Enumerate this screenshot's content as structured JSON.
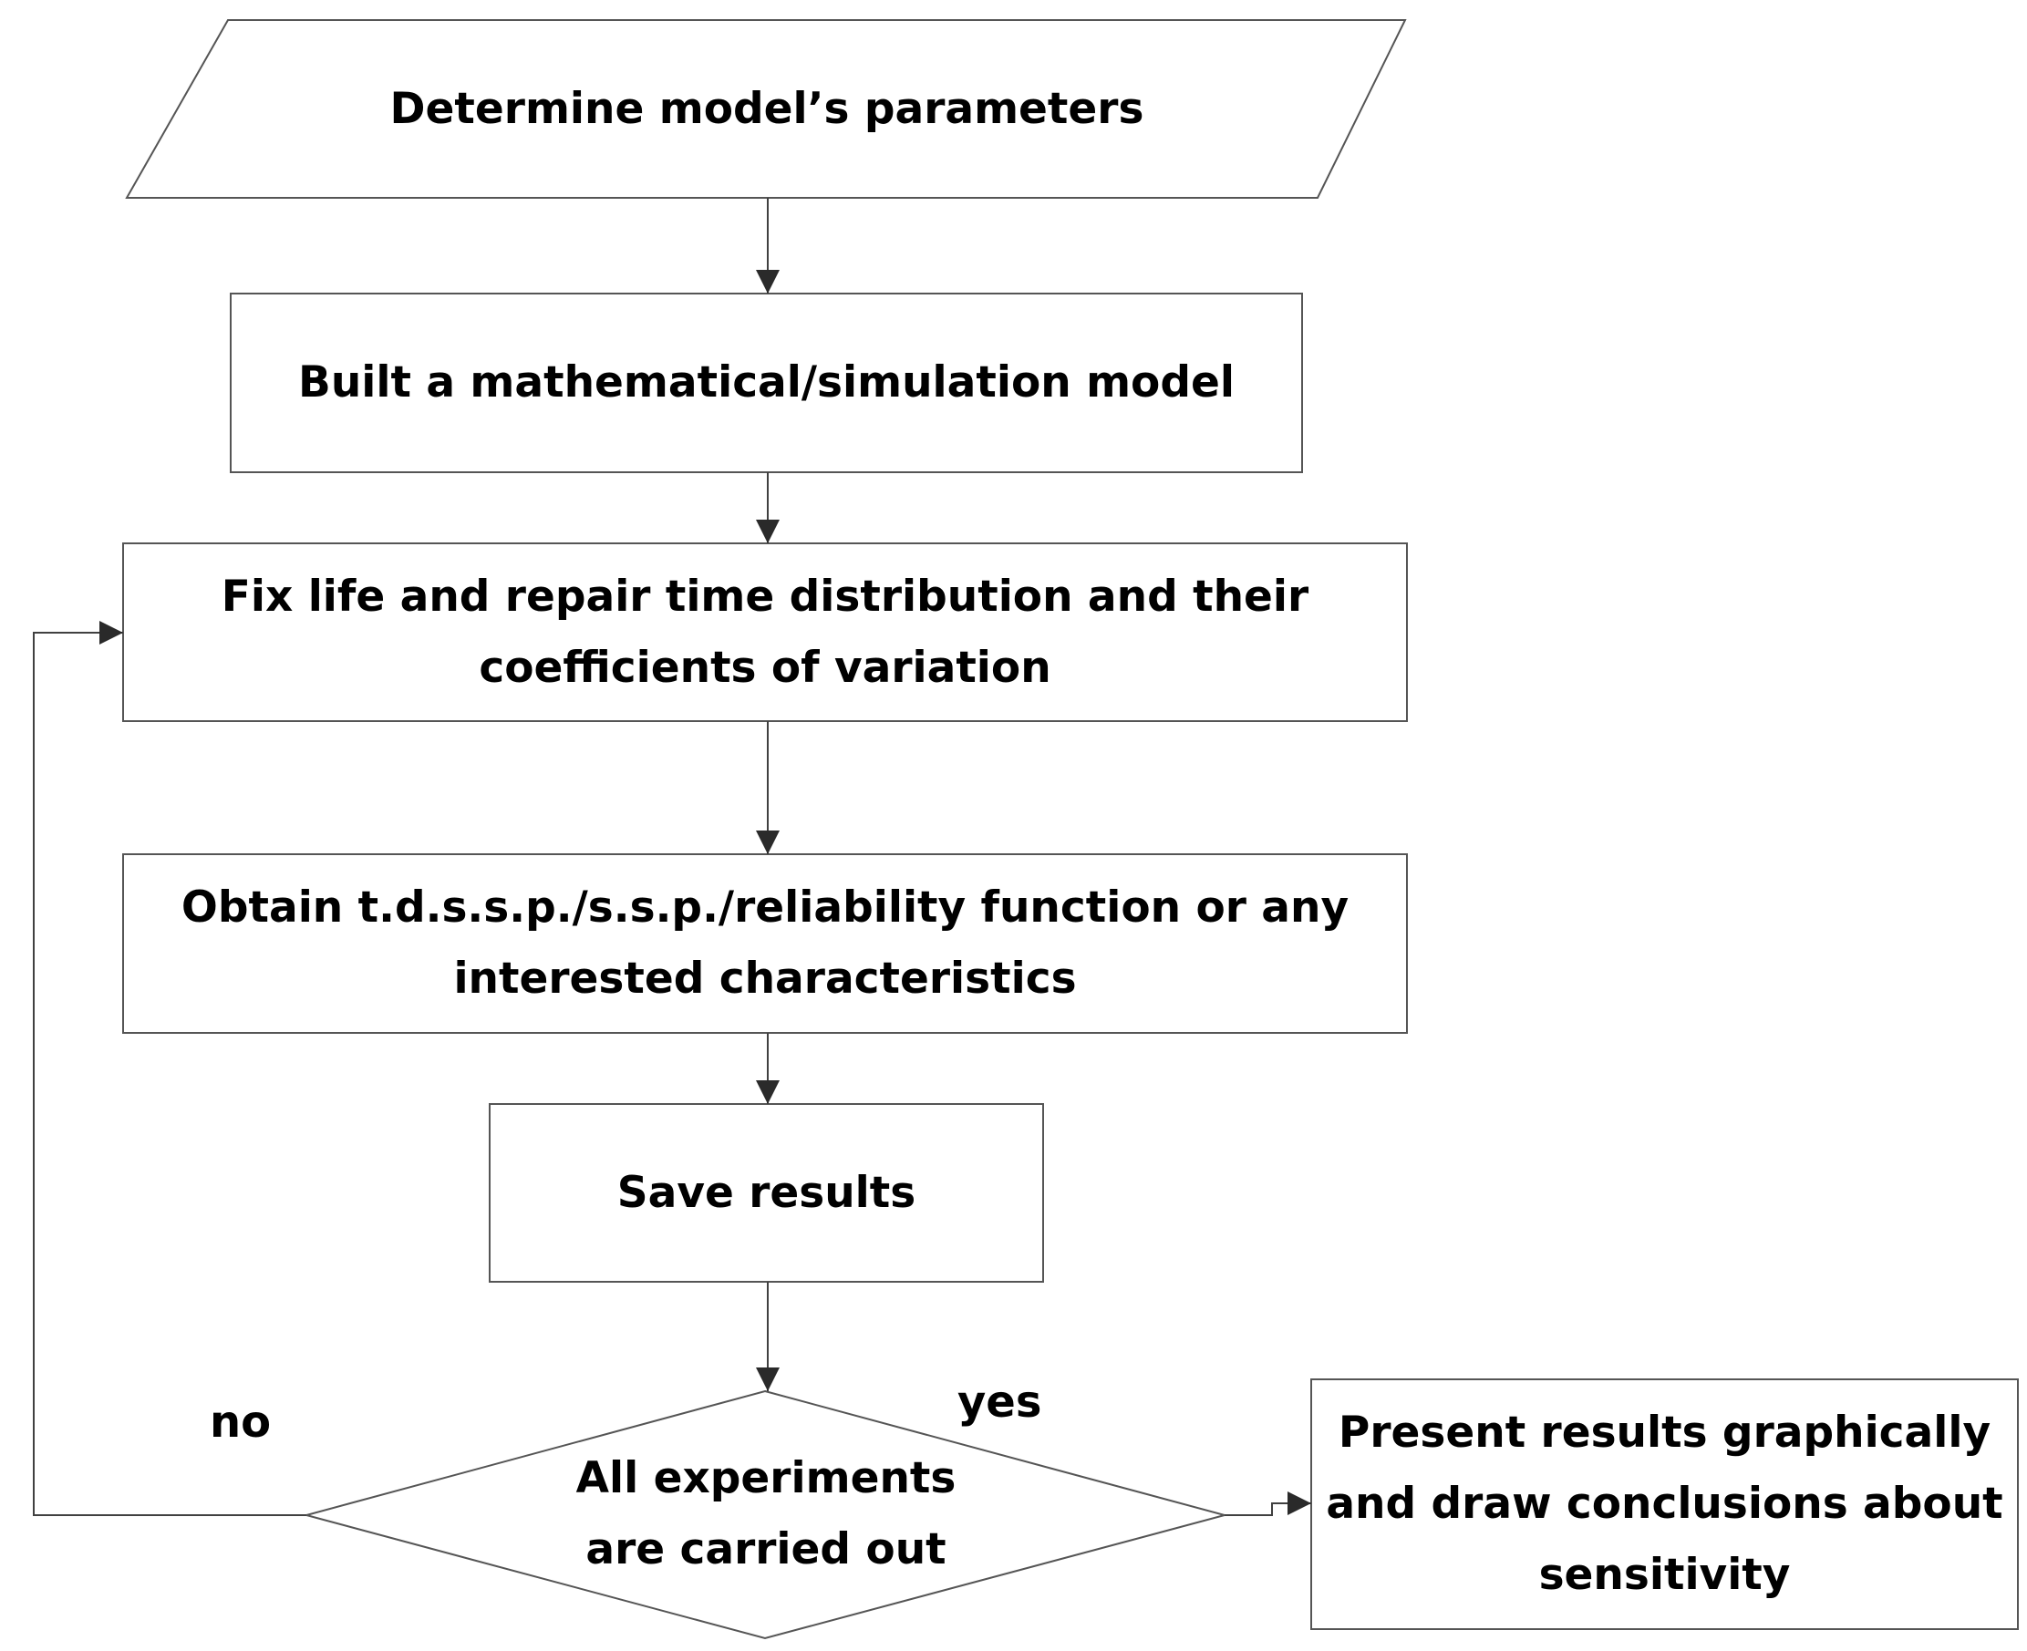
{
  "colors": {
    "background": "#ffffff",
    "shape_stroke": "#555555",
    "connector": "#404040",
    "text": "#000000"
  },
  "nodes": {
    "determine": {
      "shape": "parallelogram",
      "label": "Determine model’s parameters"
    },
    "build": {
      "shape": "rectangle",
      "label": "Built a mathematical/simulation model"
    },
    "fix": {
      "shape": "rectangle",
      "line1": "Fix life and repair time distribution and their",
      "line2": "coefficients of variation"
    },
    "obtain": {
      "shape": "rectangle",
      "line1": "Obtain t.d.s.s.p./s.s.p./reliability function or any",
      "line2": "interested characteristics"
    },
    "save": {
      "shape": "rectangle",
      "label": "Save results"
    },
    "decision": {
      "shape": "diamond",
      "line1": "All experiments",
      "line2": "are carried out"
    },
    "present": {
      "shape": "rectangle",
      "line1": "Present results graphically",
      "line2": "and draw conclusions about",
      "line3": "sensitivity"
    }
  },
  "edges": {
    "no_label": "no",
    "yes_label": "yes"
  }
}
